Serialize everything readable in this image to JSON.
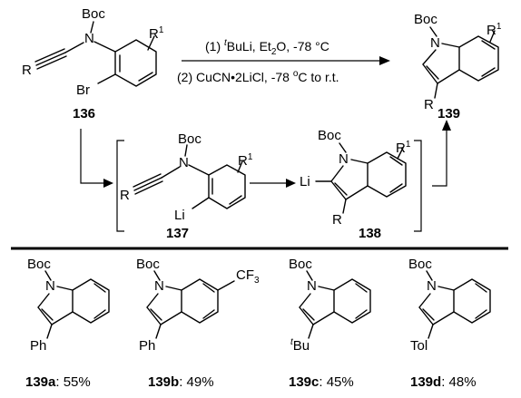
{
  "reaction": {
    "step1": {
      "num": "(1) ",
      "t": "t",
      "rest": "BuLi, Et",
      "sub": "2",
      "tail": "O, -78 °C"
    },
    "step2": {
      "pre": "(2) CuCN•2LiCl, -78 ",
      "sup": "o",
      "post": "C to r.t."
    }
  },
  "atoms": {
    "boc": "Boc",
    "n": "N",
    "r": "R",
    "r1": "R",
    "r1_sup": "1",
    "br": "Br",
    "li": "Li",
    "ph": "Ph",
    "tbu_sup": "t",
    "tbu": "Bu",
    "cf3": "CF",
    "cf3_sub": "3",
    "tol": "Tol"
  },
  "compounds": {
    "c136": "136",
    "c137": "137",
    "c138": "138",
    "c139": "139"
  },
  "products": [
    {
      "label": "139a",
      "yield": ": 55%"
    },
    {
      "label": "139b",
      "yield": ": 49%"
    },
    {
      "label": "139c",
      "yield": ": 45%"
    },
    {
      "label": "139d",
      "yield": ": 48%"
    }
  ]
}
